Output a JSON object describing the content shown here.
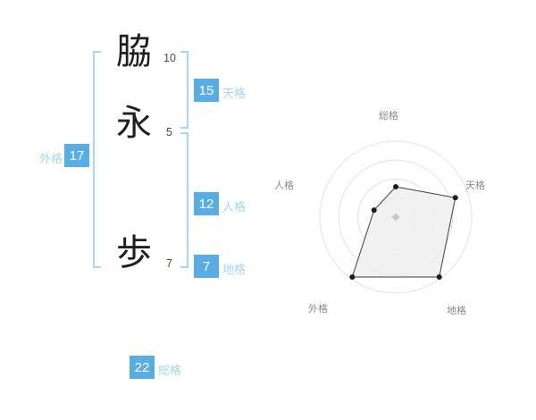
{
  "name": {
    "characters": [
      {
        "char": "脇",
        "strokes": "10"
      },
      {
        "char": "永",
        "strokes": "5"
      },
      {
        "char": "歩",
        "strokes": "7"
      }
    ]
  },
  "kaku": {
    "tenkaku": {
      "value": "15",
      "label": "天格"
    },
    "jinkaku": {
      "value": "12",
      "label": "人格"
    },
    "chikaku": {
      "value": "7",
      "label": "地格"
    },
    "gaikaku": {
      "value": "17",
      "label": "外格"
    },
    "soukaku": {
      "value": "22",
      "label": "総格"
    }
  },
  "colors": {
    "badge": "#59ade3",
    "label": "#a5d4f0",
    "bracket": "#a9d7f3"
  },
  "chart_data": {
    "type": "radar",
    "axes": [
      "総格",
      "天格",
      "地格",
      "外格",
      "人格"
    ],
    "values": [
      8,
      16.5,
      19.5,
      19.5,
      6
    ],
    "max": 20,
    "rings": 4,
    "legend": false,
    "ring_color": "#e2e2e2",
    "fill_color": "#ededed",
    "stroke_color": "#3d3d3d",
    "point_color": "#1c1c1c",
    "center_marker": "diamond"
  }
}
